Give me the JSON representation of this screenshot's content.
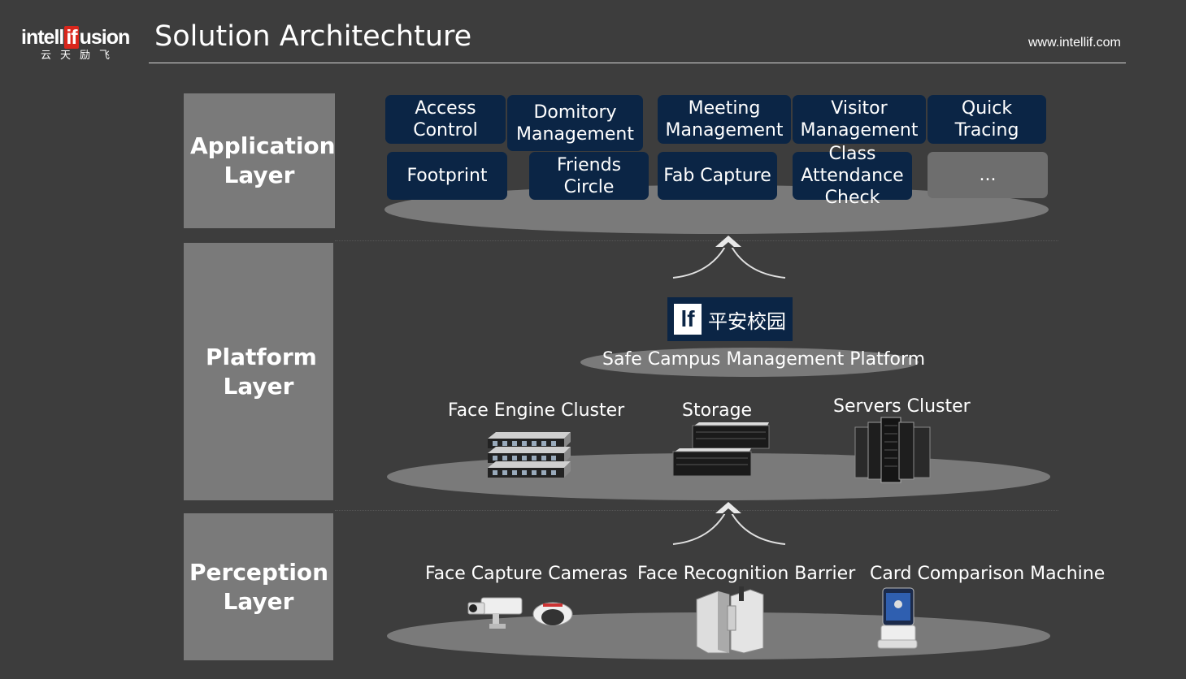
{
  "header": {
    "logo_pre": "intell",
    "logo_if": "if",
    "logo_post": "usion",
    "logo_sub": "云天励飞",
    "title": "Solution Architechture",
    "website": "www.intellif.com"
  },
  "layers": {
    "application": "Application Layer",
    "platform": "Platform Layer",
    "perception": "Perception Layer"
  },
  "applications": [
    "Access Control",
    "Domitory Management",
    "Meeting Management",
    "Visitor Management",
    "Quick Tracing",
    "Footprint",
    "Friends Circle",
    "Fab Capture",
    "Class Attendance Check",
    "..."
  ],
  "platform": {
    "logo_mark": "lf",
    "logo_text": "平安校园",
    "name": "Safe Campus Management Platform",
    "components": [
      "Face Engine Cluster",
      "Storage",
      "Servers Cluster"
    ]
  },
  "perception": {
    "devices": [
      "Face Capture Cameras",
      "Face Recognition Barrier",
      "Card Comparison Machine"
    ]
  },
  "colors": {
    "background": "#3d3d3d",
    "layer_box": "#7a7a7a",
    "app_box": "#0b2545",
    "logo_accent": "#d9261c"
  }
}
